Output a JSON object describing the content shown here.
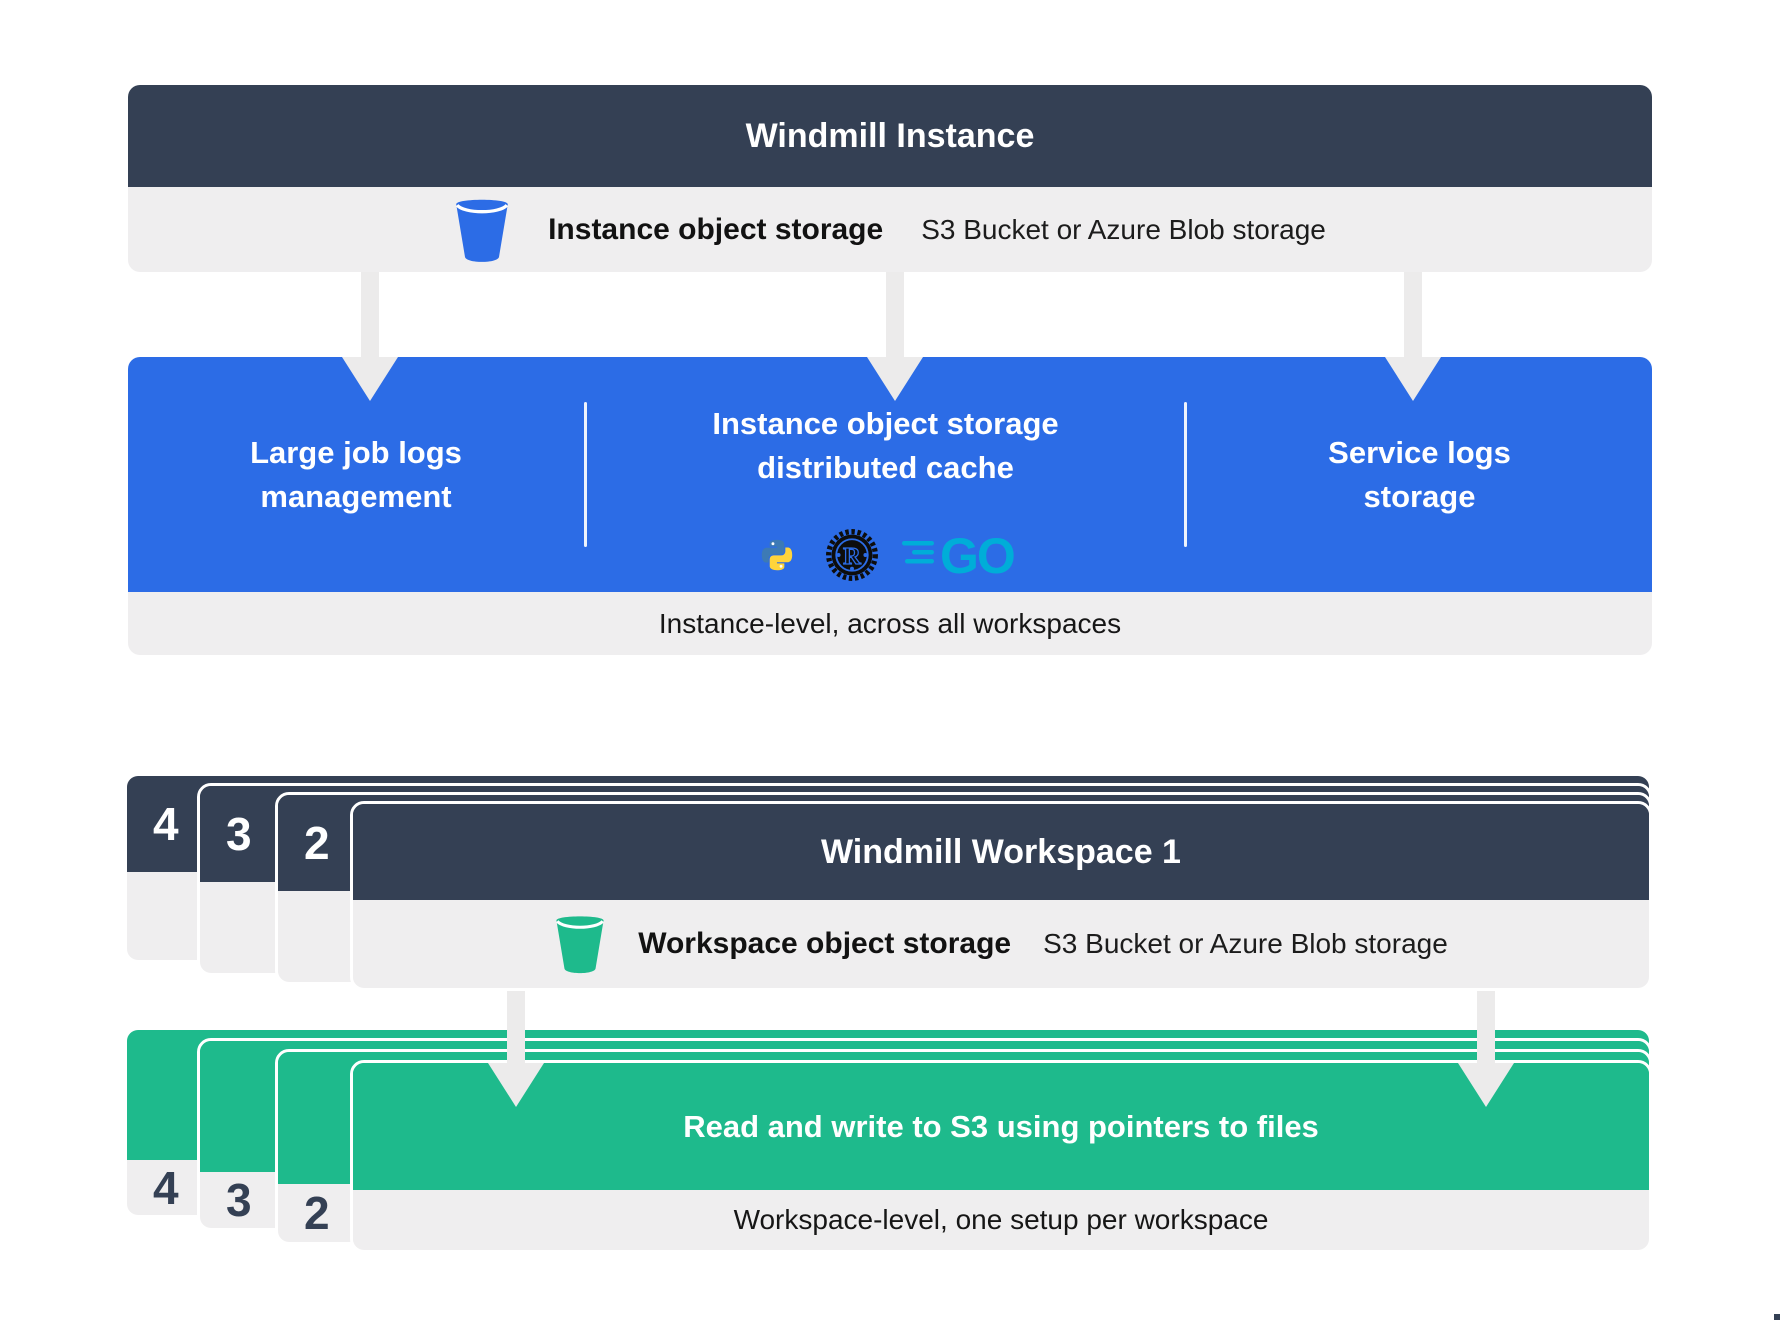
{
  "colors": {
    "dark_slate": "#344054",
    "blue": "#2C6CE6",
    "green": "#1EBA8C",
    "gray_bar": "#EFEEEF",
    "arrow_gray": "#ECEBEB",
    "python_blue": "#3D7AB5",
    "python_yellow": "#FFD43B",
    "go_cyan": "#00ADD8",
    "rust_black": "#0d0d0d"
  },
  "instance": {
    "title": "Windmill Instance",
    "storage": {
      "icon": "bucket-icon",
      "label": "Instance object storage",
      "sublabel": "S3 Bucket or Azure Blob storage"
    },
    "features": [
      {
        "lines": [
          "Large job logs",
          "management"
        ]
      },
      {
        "lines": [
          "Instance object storage",
          "distributed cache"
        ]
      },
      {
        "lines": [
          "Service logs",
          "storage"
        ]
      }
    ],
    "tech_icons": [
      "python-icon",
      "rust-icon",
      "go-icon"
    ],
    "footer": "Instance-level, across all workspaces"
  },
  "workspace": {
    "stack_numbers": [
      "4",
      "3",
      "2"
    ],
    "title": "Windmill Workspace 1",
    "storage": {
      "icon": "bucket-icon",
      "label": "Workspace object storage",
      "sublabel": "S3 Bucket or Azure Blob storage"
    },
    "action": "Read and write to S3 using pointers to files",
    "footer": "Workspace-level, one setup per workspace"
  },
  "icons": {
    "rust_letter": "R",
    "go_text": "GO"
  }
}
